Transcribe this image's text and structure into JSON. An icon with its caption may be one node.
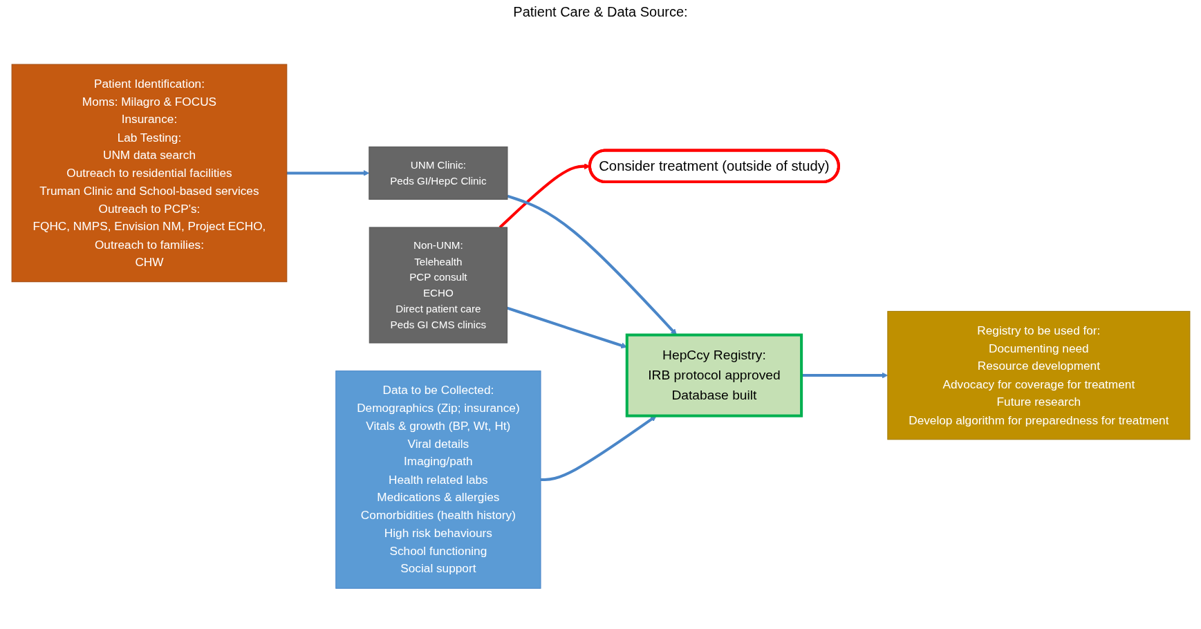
{
  "diagram": {
    "nodes": [
      {
        "text": [
          "Patient Identification:",
          "Moms: Milagro & FOCUS",
          "Insurance:",
          "Lab Testing:",
          "UNM data search",
          "Outreach to residential facilities",
          "Truman Clinic and School-based services",
          "Outreach to PCP's:",
          "FQHC, NMPS, Envision NM, Project ECHO,",
          "Outreach to families:",
          "CHW"
        ]
      },
      {
        "text": [
          "UNM Clinic:",
          "Peds GI/HepC Clinic"
        ]
      },
      {
        "text": [
          "Non-UNM:",
          "Telehealth",
          "PCP consult",
          "ECHO",
          "Direct patient care",
          "Peds GI CMS clinics"
        ]
      },
      {
        "text": [
          "Consider treatment (outside of study)"
        ]
      },
      {
        "text": [
          "HepCcy Registry:",
          "IRB protocol approved",
          "Database built"
        ]
      },
      {
        "text": [
          "Data to be Collected:",
          "Demographics (Zip; insurance)",
          "Vitals & growth (BP, Wt, Ht)",
          "Viral details",
          "Imaging/path",
          "Health related labs",
          "Medications & allergies",
          "Comorbidities (health history)",
          "High risk behaviours",
          "School functioning",
          "Social support"
        ]
      },
      {
        "text": [
          "Registry to be used for:",
          "Documenting need",
          "Resource development",
          "Advocacy for coverage for treatment",
          "Future research",
          "Develop algorithm for preparedness for treatment"
        ]
      }
    ],
    "edges": [
      {
        "from": 0,
        "to": 1,
        "arrow": "to"
      },
      {
        "from": 2,
        "to": 3,
        "arrow": "to",
        "color": "#ff0000"
      },
      {
        "from": 1,
        "to": 4,
        "arrow": "to"
      },
      {
        "from": 2,
        "to": 4,
        "arrow": "to"
      },
      {
        "from": 5,
        "to": 4,
        "arrow": "to"
      },
      {
        "from": 4,
        "to": 6,
        "arrow": "to"
      }
    ],
    "labels": [
      "Patient Care & Data Source:"
    ]
  }
}
